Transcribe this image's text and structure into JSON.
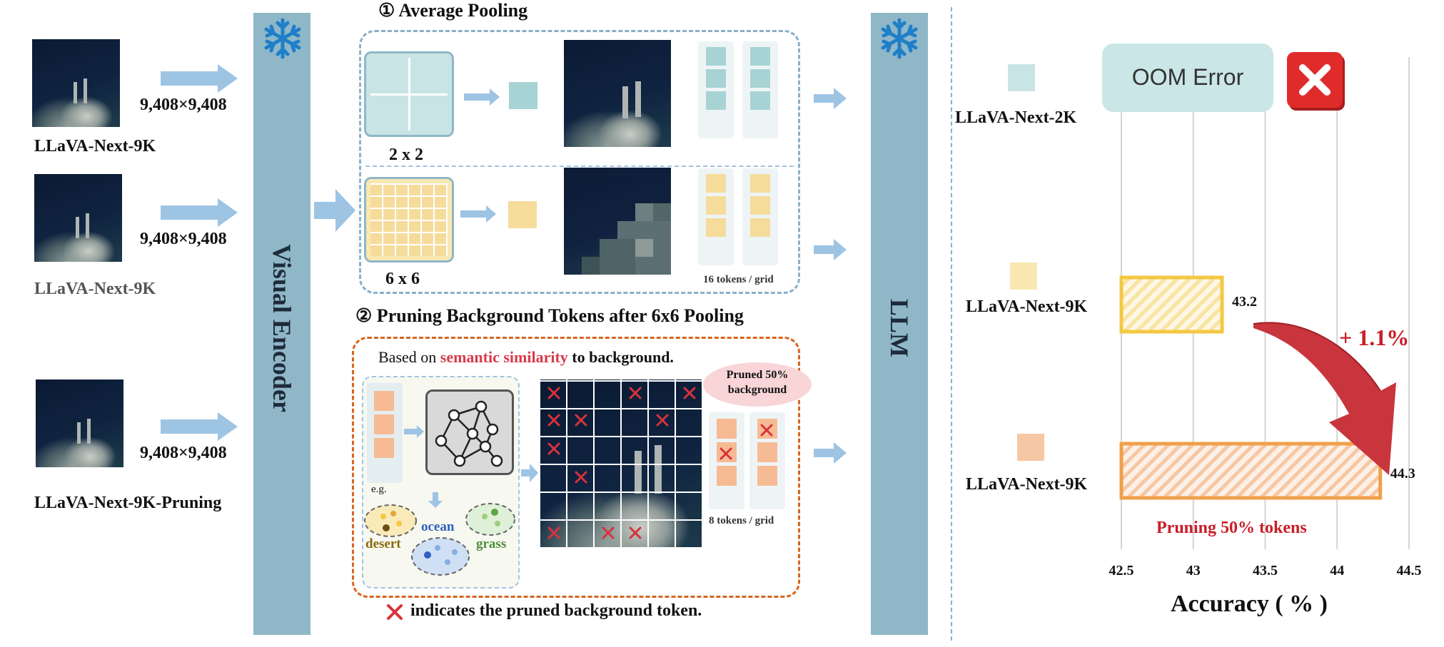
{
  "inputs": [
    {
      "model": "LLaVA-Next-9K",
      "resolution": "9,408×9,408"
    },
    {
      "model": "LLaVA-Next-9K",
      "resolution": "9,408×9,408"
    },
    {
      "model": "LLaVA-Next-9K-Pruning",
      "resolution": "9,408×9,408"
    }
  ],
  "encoder": {
    "label": "Visual Encoder",
    "icon": "snowflake-icon"
  },
  "llm": {
    "label": "LLM",
    "icon": "snowflake-icon"
  },
  "stage1": {
    "title": "①  Average Pooling",
    "pool_a": "2 x 2",
    "pool_b": "6 x 6",
    "tokens_note": "16 tokens / grid"
  },
  "stage2": {
    "title": "②  Pruning Background Tokens after 6x6 Pooling",
    "basis_prefix": "Based on",
    "basis_highlight": "semantic similarity",
    "basis_suffix": "to background.",
    "eg": "e.g.",
    "clusters": [
      "desert",
      "ocean",
      "grass"
    ],
    "bubble": "Pruned 50% background",
    "tokens_note": "8 tokens / grid",
    "footnote": "indicates the pruned background token."
  },
  "chart_data": {
    "type": "bar",
    "orientation": "horizontal",
    "categories": [
      "LLaVA-Next-2K",
      "LLaVA-Next-9K",
      "LLaVA-Next-9K"
    ],
    "values": [
      null,
      43.2,
      44.3
    ],
    "value_labels": [
      "",
      "43.2",
      "44.3"
    ],
    "oom_label": "OOM Error",
    "xlabel": "Accuracy ( % )",
    "xlim": [
      42.5,
      44.5
    ],
    "xticks": [
      "42.5",
      "43",
      "43.5",
      "44",
      "44.5"
    ],
    "gain_label": "+ 1.1%",
    "annotation": "Pruning 50% tokens",
    "colors": {
      "2k": "#c9e4e4",
      "9k": "#f9e8b2",
      "pruning": "#f6c7a4",
      "bar9k_border": "#f5c842",
      "barPr_border": "#f0a04b",
      "gain": "#c81e28"
    }
  },
  "colors": {
    "encoder": "#8fb7c8",
    "arrow": "#9ec4e4",
    "token_blue": "#a8d3d4",
    "token_yellow": "#f5dc9b",
    "token_orange": "#f6bb94",
    "prune_red": "#d8323c"
  }
}
